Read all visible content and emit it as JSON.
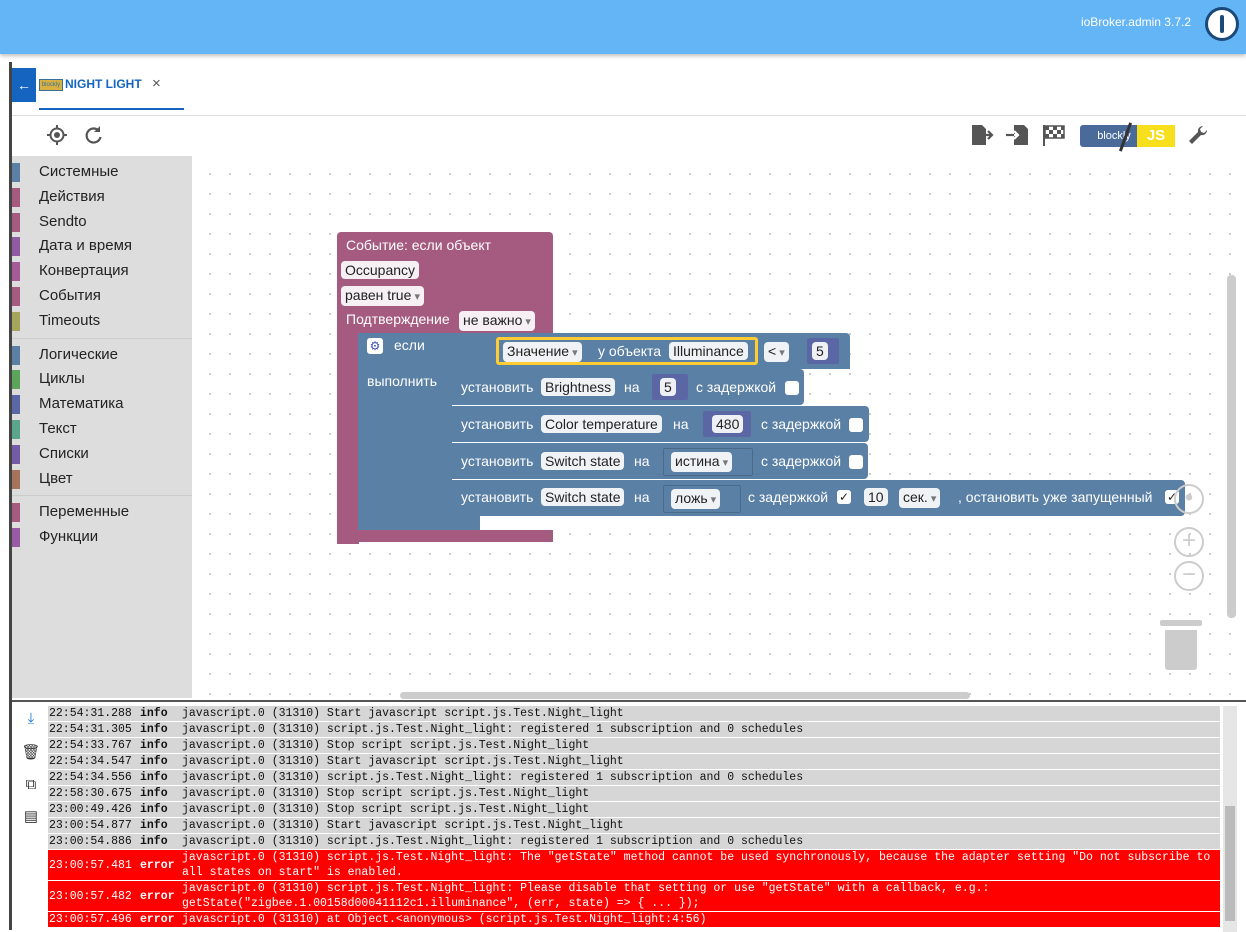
{
  "header": {
    "version": "ioBroker.admin 3.7.2"
  },
  "tab": {
    "icon_text": "blockly",
    "title": "NIGHT LIGHT",
    "close": "×"
  },
  "toolbar": {
    "blockly_label": "blockly",
    "js_label": "JS"
  },
  "toolbox": {
    "groups": [
      [
        {
          "label": "Системные",
          "color": "#5b80a5"
        },
        {
          "label": "Действия",
          "color": "#a55b80"
        },
        {
          "label": "Sendto",
          "color": "#a55b80"
        },
        {
          "label": "Дата и время",
          "color": "#8f5ba5"
        },
        {
          "label": "Конвертация",
          "color": "#a55b99"
        },
        {
          "label": "События",
          "color": "#a55b80"
        },
        {
          "label": "Timeouts",
          "color": "#a5a55b"
        }
      ],
      [
        {
          "label": "Логические",
          "color": "#5b80a5"
        },
        {
          "label": "Циклы",
          "color": "#5ba55b"
        },
        {
          "label": "Математика",
          "color": "#5b67a5"
        },
        {
          "label": "Текст",
          "color": "#5ba58c"
        },
        {
          "label": "Списки",
          "color": "#745ba5"
        },
        {
          "label": "Цвет",
          "color": "#a5745b"
        }
      ],
      [
        {
          "label": "Переменные",
          "color": "#a55b80"
        },
        {
          "label": "Функции",
          "color": "#995ba5"
        }
      ]
    ]
  },
  "blocks": {
    "event_title": "Событие: если объект",
    "event_object": "Occupancy",
    "event_condition": "равен true",
    "ack_label": "Подтверждение",
    "ack_value": "не важно",
    "if_label": "если",
    "do_label": "выполнить",
    "compare_value": "Значение",
    "compare_of": "у объекта",
    "compare_object": "Illuminance",
    "compare_op": "<",
    "compare_number": "5",
    "set_label": "установить",
    "on_label": "на",
    "delay_label": "с задержкой",
    "row1_object": "Brightness",
    "row1_value": "5",
    "row2_object": "Color temperature",
    "row2_value": "480",
    "row3_object": "Switch state",
    "row3_value": "истина",
    "row4_object": "Switch state",
    "row4_value": "ложь",
    "row4_delay": "10",
    "row4_unit": "сек.",
    "row4_stop": ", остановить уже запущенный",
    "check": "✓"
  },
  "log": [
    {
      "time": "22:54:31.288",
      "sev": "info",
      "msg": "javascript.0 (31310) Start javascript script.js.Test.Night_light"
    },
    {
      "time": "22:54:31.305",
      "sev": "info",
      "msg": "javascript.0 (31310) script.js.Test.Night_light: registered 1 subscription and 0 schedules"
    },
    {
      "time": "22:54:33.767",
      "sev": "info",
      "msg": "javascript.0 (31310) Stop script script.js.Test.Night_light"
    },
    {
      "time": "22:54:34.547",
      "sev": "info",
      "msg": "javascript.0 (31310) Start javascript script.js.Test.Night_light"
    },
    {
      "time": "22:54:34.556",
      "sev": "info",
      "msg": "javascript.0 (31310) script.js.Test.Night_light: registered 1 subscription and 0 schedules"
    },
    {
      "time": "22:58:30.675",
      "sev": "info",
      "msg": "javascript.0 (31310) Stop script script.js.Test.Night_light"
    },
    {
      "time": "23:00:49.426",
      "sev": "info",
      "msg": "javascript.0 (31310) Stop script script.js.Test.Night_light"
    },
    {
      "time": "23:00:54.877",
      "sev": "info",
      "msg": "javascript.0 (31310) Start javascript script.js.Test.Night_light"
    },
    {
      "time": "23:00:54.886",
      "sev": "info",
      "msg": "javascript.0 (31310) script.js.Test.Night_light: registered 1 subscription and 0 schedules"
    },
    {
      "time": "23:00:57.481",
      "sev": "error",
      "msg": "javascript.0 (31310) script.js.Test.Night_light: The \"getState\" method cannot be used synchronously, because the adapter setting \"Do not subscribe to all states on start\" is enabled."
    },
    {
      "time": "23:00:57.482",
      "sev": "error",
      "msg": "javascript.0 (31310) script.js.Test.Night_light: Please disable that setting or use \"getState\" with a callback, e.g.: getState(\"zigbee.1.00158d00041112c1.illuminance\", (err, state) => { ... });"
    },
    {
      "time": "23:00:57.496",
      "sev": "error",
      "msg": "javascript.0 (31310) at Object.<anonymous> (script.js.Test.Night_light:4:56)"
    }
  ]
}
